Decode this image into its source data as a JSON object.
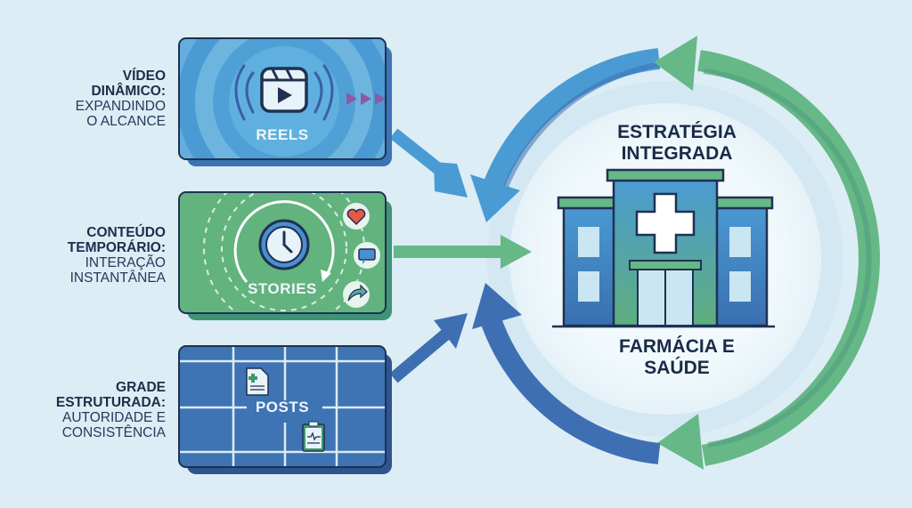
{
  "left_labels": [
    {
      "title_line1": "VÍDEO",
      "title_line2": "DINÂMICO:",
      "sub_line1": "EXPANDINDO",
      "sub_line2": "O ALCANCE"
    },
    {
      "title_line1": "CONTEÚDO",
      "title_line2": "TEMPORÁRIO:",
      "sub_line1": "INTERAÇÃO",
      "sub_line2": "INSTANTÂNEA"
    },
    {
      "title_line1": "GRADE",
      "title_line2": "ESTRUTURADA:",
      "sub_line1": "AUTORIDADE E",
      "sub_line2": "CONSISTÊNCIA"
    }
  ],
  "cards": [
    {
      "title": "REELS",
      "icon": "video-play-icon",
      "color": "#4a9bd3"
    },
    {
      "title": "STORIES",
      "icon": "clock-icon",
      "color": "#5fb07c",
      "side_icons": [
        "heart-icon",
        "comment-icon",
        "share-icon"
      ]
    },
    {
      "title": "POSTS",
      "icon": "document-icon",
      "color": "#3e73b4"
    }
  ],
  "center": {
    "title_line1": "ESTRATÉGIA",
    "title_line2": "INTEGRADA",
    "footer_line1": "FARMÁCIA E",
    "footer_line2": "SAÚDE",
    "icon": "pharmacy-building-icon"
  },
  "colors": {
    "background": "#dcedf5",
    "blue": "#4a9bd3",
    "dark_blue": "#3e6fb2",
    "green": "#66b887",
    "ink": "#1c2e4a"
  }
}
